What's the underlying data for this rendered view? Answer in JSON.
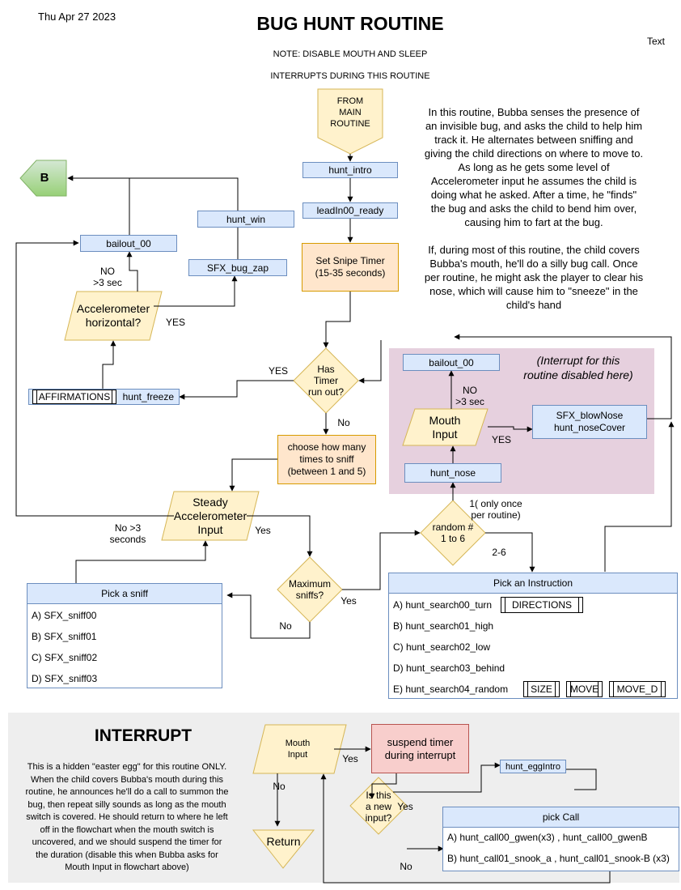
{
  "header": {
    "date": "Thu Apr 27 2023",
    "title": "BUG HUNT ROUTINE",
    "note_line1": "NOTE: DISABLE MOUTH  AND SLEEP",
    "note_line2": "INTERRUPTS DURING THIS ROUTINE",
    "text_label": "Text"
  },
  "description": {
    "para1_lines": [
      "In this routine, Bubba senses the presence of",
      "an invisible bug, and asks the child to help him",
      "track it. He alternates between sniffing and",
      "giving the child directions on where to move to.",
      "As long as he gets some level of",
      "Accelerometer input he assumes the child is",
      "doing what he asked. After a time, he \"finds\"",
      "the bug and asks the child to bend him over,",
      "causing him to fart at the bug."
    ],
    "para2_lines": [
      "If, during most of this routine, the child covers",
      "Bubba's mouth, he'll do a silly bug call. Once",
      "per routine, he might ask the player to clear his",
      "nose, which will cause him to \"sneeze\" in the",
      "child's hand"
    ]
  },
  "nodes": {
    "from_main": [
      "FROM",
      "MAIN",
      "ROUTINE"
    ],
    "b_marker": "B",
    "hunt_intro": "hunt_intro",
    "leadin": "leadIn00_ready",
    "snipe_timer": [
      "Set Snipe Timer",
      "(15-35 seconds)"
    ],
    "hunt_win": "hunt_win",
    "sfx_bug_zap": "SFX_bug_zap",
    "bailout_left": "bailout_00",
    "accel_horizontal": [
      "Accelerometer",
      "horizontal?"
    ],
    "has_timer": [
      "Has",
      "Timer",
      "run out?"
    ],
    "affirmations": "AFFIRMATIONS",
    "hunt_freeze": "hunt_freeze",
    "choose_sniffs": [
      "choose how many",
      "times to sniff",
      "(between 1 and 5)"
    ],
    "steady_accel": [
      "Steady",
      "Accelerometer",
      "Input"
    ],
    "max_sniffs": [
      "Maximum",
      "sniffs?"
    ],
    "random": [
      "random #",
      "1 to 6"
    ],
    "interrupt_note": [
      "(Interrupt for this",
      "routine disabled here)"
    ],
    "bailout_right": "bailout_00",
    "mouth_input_top": [
      "Mouth",
      "Input"
    ],
    "sfx_blow": [
      "SFX_blowNose",
      "hunt_noseCover"
    ],
    "hunt_nose": "hunt_nose"
  },
  "edge_labels": {
    "no_3sec_left": [
      "NO",
      ">3 sec"
    ],
    "yes_accel": "YES",
    "yes_timer": "YES",
    "no_timer": "No",
    "no_3sec_right": [
      "NO",
      ">3 sec"
    ],
    "yes_mouth": "YES",
    "once_per_routine": [
      "1( only once",
      "per routine)"
    ],
    "two_six": "2-6",
    "no_3_seconds": [
      "No >3",
      "seconds"
    ],
    "yes_steady": "Yes",
    "yes_max": "Yes",
    "no_max": "No"
  },
  "pick_sniff": {
    "title": "Pick a sniff",
    "items": [
      "A) SFX_sniff00",
      "B) SFX_sniff01",
      "C) SFX_sniff02",
      "D) SFX_sniff03"
    ]
  },
  "pick_instruction": {
    "title": "Pick an Instruction",
    "items": [
      "A) hunt_search00_turn",
      "B) hunt_search01_high",
      "C) hunt_search02_low",
      "D) hunt_search03_behind",
      "E) hunt_search04_random"
    ],
    "subs": [
      "DIRECTIONS",
      "SIZE",
      "MOVE",
      "MOVE_D"
    ]
  },
  "interrupt": {
    "title": "INTERRUPT",
    "desc_lines": [
      "This is a hidden \"easter egg\" for this routine ONLY.",
      "When the child covers Bubba's mouth during this",
      "routine, he announces he'll do a call to summon the",
      "bug, then repeat silly sounds as long as the mouth",
      "switch is covered. He should return to where he left",
      "off in the flowchart when the mouth switch is",
      "uncovered, and we should suspend the timer for",
      "the duration (disable this when Bubba asks for",
      "Mouth Input in flowchart above)"
    ],
    "mouth_input": [
      "Mouth",
      "Input"
    ],
    "suspend": [
      "suspend timer",
      "during interrupt"
    ],
    "hunt_egg": "hunt_eggIntro",
    "new_input": [
      "Is this",
      "a new",
      "input?"
    ],
    "return": "Return",
    "yes_mouth": "Yes",
    "no_mouth": "No",
    "yes_new": "Yes",
    "no_new": "No",
    "pick_call_title": "pick Call",
    "pick_call_items": [
      "A) hunt_call00_gwen(x3) ,  hunt_call00_gwenB",
      "B) hunt_call01_snook_a , hunt_call01_snook-B (x3)"
    ]
  },
  "colors": {
    "blue_fill": "#dae8fc",
    "blue_stroke": "#6c8ebf",
    "orange_fill": "#ffe6cc",
    "orange_stroke": "#d79b00",
    "yellow_fill": "#fff2cc",
    "yellow_stroke": "#d6b656",
    "green_fill": "#d5e8d4",
    "green_stroke": "#82b366",
    "pink_fill": "#e6d0de",
    "red_fill": "#f8cecc",
    "red_stroke": "#b85450",
    "panel_gray": "#eeeeee"
  }
}
